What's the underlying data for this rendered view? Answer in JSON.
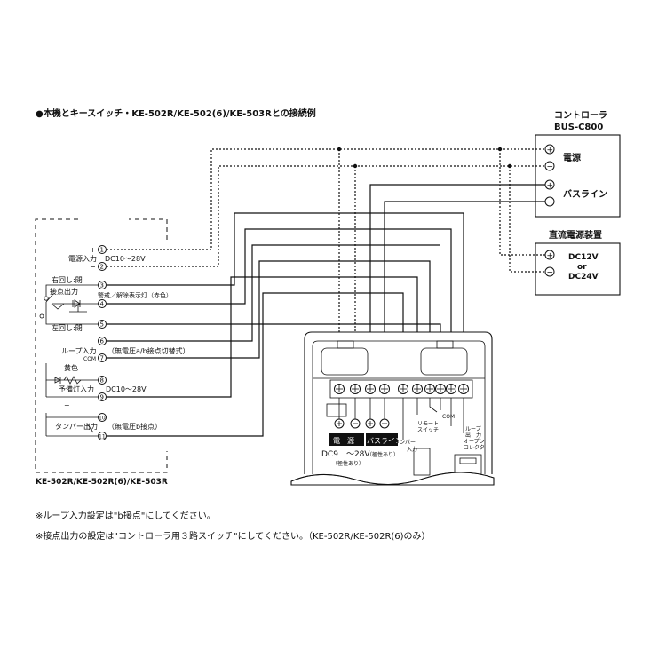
{
  "title": "●本機とキースイッチ・KE-502R/KE-502(6)/KE-503Rとの接続例",
  "controller": {
    "name": "コントローラ",
    "model": "BUS-C800",
    "power_label": "電源",
    "bus_label": "バスライン",
    "plus": "+",
    "minus": "−"
  },
  "psu": {
    "name": "直流電源装置",
    "line1": "DC12V",
    "line2": "or",
    "line3": "DC24V",
    "plus": "+",
    "minus": "−"
  },
  "keyswitch": {
    "model": "KE-502R/KE-502R(6)/KE-503R",
    "power_in": "電源入力",
    "power_spec": "DC10～28V",
    "right_turn": "右回し:閉",
    "contact_out": "接点出力",
    "alarm_lamp": "警戒／解除表示灯（赤色）",
    "left_turn": "左回し:閉",
    "loop_in": "ループ入力",
    "loop_spec": "（無電圧a/b接点切替式）",
    "com": "COM",
    "yellow": "黄色",
    "spare_lamp": "予備灯入力",
    "spare_spec": "DC10～28V",
    "tamper_out": "タンパー出力",
    "tamper_spec": "（無電圧b接点）",
    "plus": "+",
    "minus": "−",
    "terminals": [
      "1",
      "2",
      "3",
      "4",
      "5",
      "6",
      "7",
      "8",
      "9",
      "10",
      "11"
    ]
  },
  "unit": {
    "power_label": "電　源",
    "bus_label": "バスライン",
    "polarity1": "（極性あり）",
    "polarity2": "（極性あり）",
    "dc_spec": "DC9　～28V",
    "tamper_in_1": "タンパー",
    "tamper_in_2": "入力",
    "remote_1": "リモート",
    "remote_2": "スイッチ",
    "loop_1": "ループ",
    "loop_2": "出　力",
    "loop_3": "オープン",
    "loop_4": "コレクタ",
    "com": "COM"
  },
  "notes": [
    "※ループ入力設定は\"b接点\"にしてください。",
    "※接点出力の設定は\"コントローラ用３路スイッチ\"にしてください。（KE-502R/KE-502R(6)のみ）"
  ]
}
